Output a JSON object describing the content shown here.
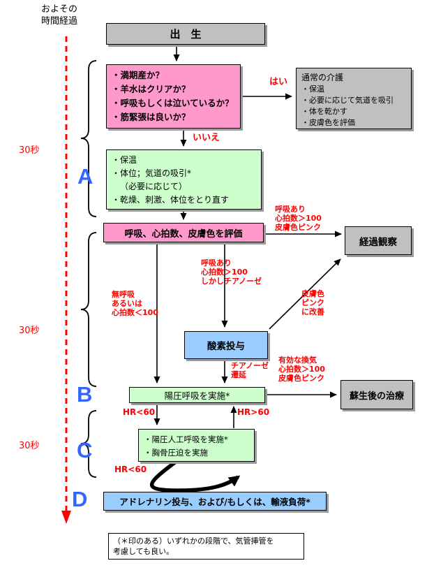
{
  "timeline": {
    "header": "およその\n時間経過",
    "interval_1": "30秒",
    "interval_2": "30秒",
    "interval_3": "30秒",
    "stage_a": "A",
    "stage_b": "B",
    "stage_c": "C",
    "stage_d": "D"
  },
  "boxes": {
    "birth": "出　生",
    "assessment": {
      "items": [
        "・満期産か？",
        "・羊水はクリアか？",
        "・呼吸もしくは泣いているか？",
        "・筋緊張は良いか？"
      ]
    },
    "routine_care": {
      "title": "通常の介護",
      "items": [
        "・保温",
        "・必要に応じて気道を吸引",
        "・体を乾かす",
        "・皮膚色を評価"
      ]
    },
    "stage_a": {
      "items": [
        "・保温",
        "・体位；気道の吸引*",
        "（必要に応じて）",
        "・乾燥、刺激、体位をとり直す"
      ]
    },
    "evaluate": "呼吸、心拍数、皮膚色を評価",
    "observation": "経過観察",
    "oxygen": "酸素投与",
    "ppv": "陽圧呼吸を実施*",
    "post_resuscitation": "蘇生後の治療",
    "stage_c": {
      "items": [
        "・陽圧人工呼吸を実施*",
        "・胸骨圧迫を実施"
      ]
    },
    "adrenaline": "アドレナリン投与、および/もしくは、輸液負荷*",
    "footnote": "（＊印のある）いずれかの段階で、気管挿管を\n考慮しても良い。"
  },
  "labels": {
    "yes": "はい",
    "no": "いいえ",
    "breathing_hr_pink": "呼吸あり\n心拍数＞100\n皮膚色ピンク",
    "breathing_hr_cyanosis": "呼吸あり\n心拍数＞100\nしかしチアノーゼ",
    "apnea_or_low_hr": "無呼吸\nあるいは\n心拍数＜100",
    "skin_improved": "皮膚色\nピンク\nに改善",
    "persistent_cyanosis": "チアノーゼ\n遷延",
    "effective_ventilation": "有効な換気\n心拍数＞100\n皮膚色ピンク",
    "hr_below_60_b": "HR<60",
    "hr_above_60": "HR>60",
    "hr_below_60_c": "HR<60"
  },
  "colors": {
    "pink": "#FF99CC",
    "green": "#CCFFCC",
    "blue": "#99CCFF",
    "gray": "#C0C0C0",
    "red_text": "#FF0000",
    "stage_letter_blue": "#3366FF",
    "timeline_red": "#FF0000"
  }
}
